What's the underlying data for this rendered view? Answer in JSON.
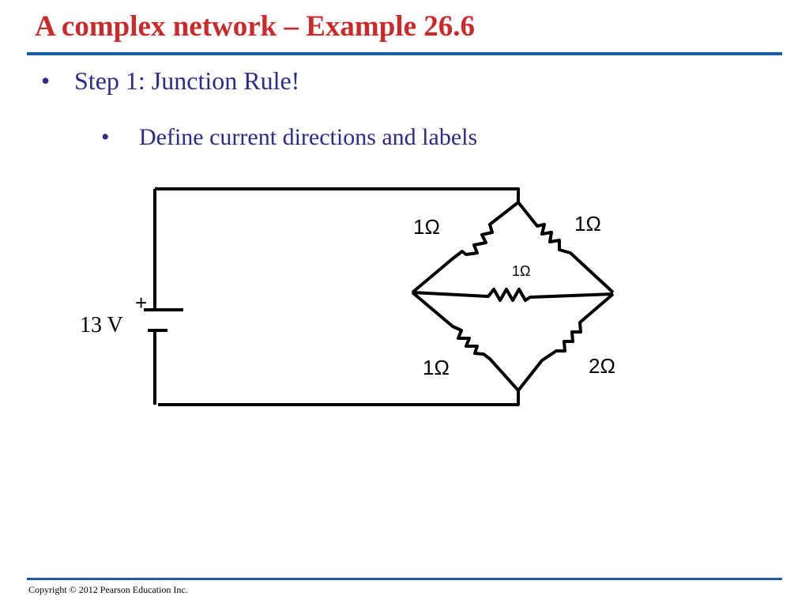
{
  "title": "A complex network – Example 26.6",
  "bullets": [
    {
      "marker": "•",
      "text": "Step 1: Junction Rule!"
    },
    {
      "marker": "•",
      "text": "Define current directions and labels"
    }
  ],
  "circuit": {
    "battery": {
      "voltage_label": "13 V",
      "plus_sign": "+"
    },
    "resistors": [
      {
        "id": "top-left",
        "label": "1Ω"
      },
      {
        "id": "top-right",
        "label": "1Ω"
      },
      {
        "id": "middle",
        "label": "1Ω"
      },
      {
        "id": "bottom-left",
        "label": "1Ω"
      },
      {
        "id": "bottom-right",
        "label": "2Ω"
      }
    ]
  },
  "footer": "Copyright © 2012 Pearson Education Inc."
}
